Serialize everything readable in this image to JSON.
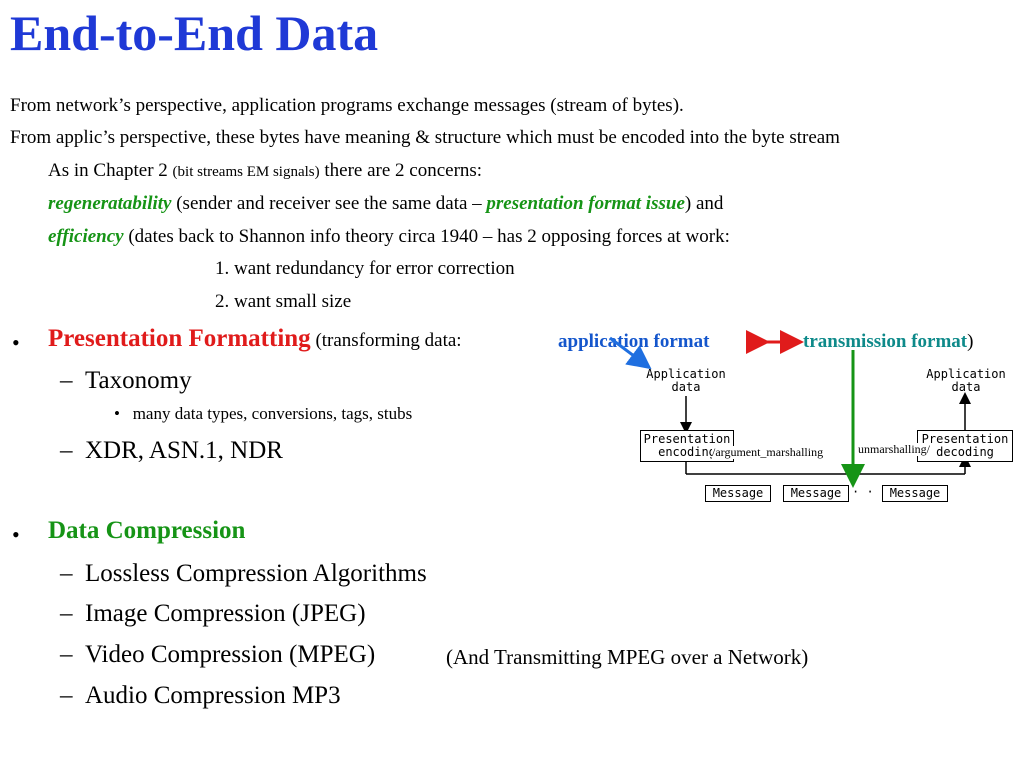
{
  "title": "End-to-End Data",
  "intro": {
    "line1": "From network’s perspective, application programs exchange messages (stream of bytes).",
    "line2": "From applic’s perspective, these bytes have meaning & structure which must be encoded into the byte stream",
    "line3_a": "As in Chapter 2 ",
    "line3_b": "(bit streams  EM signals)",
    "line3_c": " there are  2 concerns:",
    "regen_term": "regeneratability",
    "regen_a": "  (sender and receiver see the same data – ",
    "regen_issue": "presentation format issue",
    "regen_b": ") and",
    "eff_term": "efficiency",
    "eff_text": "    (dates back to Shannon info theory circa 1940 – has 2 opposing forces at work:",
    "point1": "1.  want redundancy for error correction",
    "point2": "2.  want small size"
  },
  "presentation": {
    "bullet": "•",
    "heading": "Presentation Formatting",
    "paren_open": " (transforming data:",
    "app_format": "application format",
    "trans_format": "transmission format",
    "paren_close": ")",
    "dash": "–",
    "taxonomy": "Taxonomy",
    "sub_bullet": "•",
    "taxonomy_detail": "many data types, conversions, tags, stubs",
    "standards": "XDR, ASN.1, NDR"
  },
  "diagram": {
    "app_data_left": "Application\ndata",
    "app_data_right": "Application\ndata",
    "enc_left": "Presentation\nencoding",
    "dec_right": "Presentation\ndecoding",
    "arg_marshalling": "/argument_marshalling",
    "unmarshalling": "unmarshalling/",
    "msg1": "Message",
    "msg2": "Message",
    "ellipsis": "· · ·",
    "msg3": "Message",
    "colors": {
      "blue_arrow": "#1f6fe0",
      "red_arrow": "#e01b1b",
      "green_arrow": "#169416"
    }
  },
  "compression": {
    "bullet": "•",
    "heading": "Data Compression",
    "dash": "–",
    "items": [
      "Lossless Compression Algorithms",
      "Image Compression (JPEG)",
      "Video Compression (MPEG)",
      "Audio Compression MP3"
    ],
    "mpeg_note": "(And Transmitting MPEG over a Network)"
  }
}
